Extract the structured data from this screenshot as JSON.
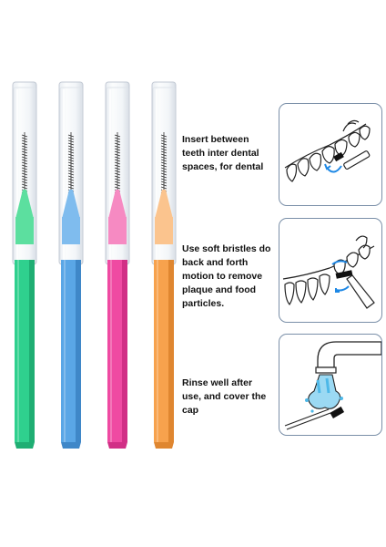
{
  "steps": [
    {
      "text": "Insert between teeth inter dental spaces, for dental",
      "icon": "teeth-insert-brush-icon"
    },
    {
      "text": "Use soft bristles do back and forth motion to remove plaque and food particles.",
      "icon": "teeth-brushing-motion-icon"
    },
    {
      "text": "Rinse well after use, and cover the cap",
      "icon": "rinse-under-faucet-icon"
    }
  ],
  "brushes": [
    {
      "color_name": "green",
      "handle": "#2fd08e",
      "handle_dark": "#1fae73",
      "tip": "#5cdf9f"
    },
    {
      "color_name": "blue",
      "handle": "#5aa6e6",
      "handle_dark": "#3f87c8",
      "tip": "#7fbcee"
    },
    {
      "color_name": "pink",
      "handle": "#ef4aa2",
      "handle_dark": "#d12f86",
      "tip": "#f68ac2"
    },
    {
      "color_name": "orange",
      "handle": "#f7a24d",
      "handle_dark": "#df8630",
      "tip": "#fbc48e"
    }
  ],
  "colors": {
    "panel_border": "#7a8fa8",
    "water": "#4db8e8",
    "arrow": "#1e88e5",
    "text": "#111111"
  }
}
